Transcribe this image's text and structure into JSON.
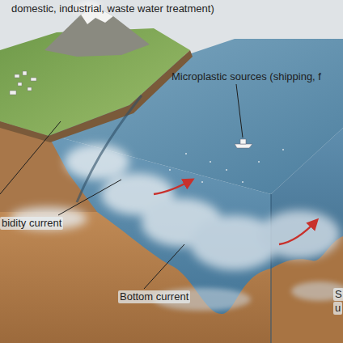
{
  "diagram": {
    "labels": [
      "domestic, industrial, waste water treatment)",
      "Microplastic sources (shipping, f",
      "bidity current",
      "Bottom current",
      "S",
      "u"
    ]
  }
}
